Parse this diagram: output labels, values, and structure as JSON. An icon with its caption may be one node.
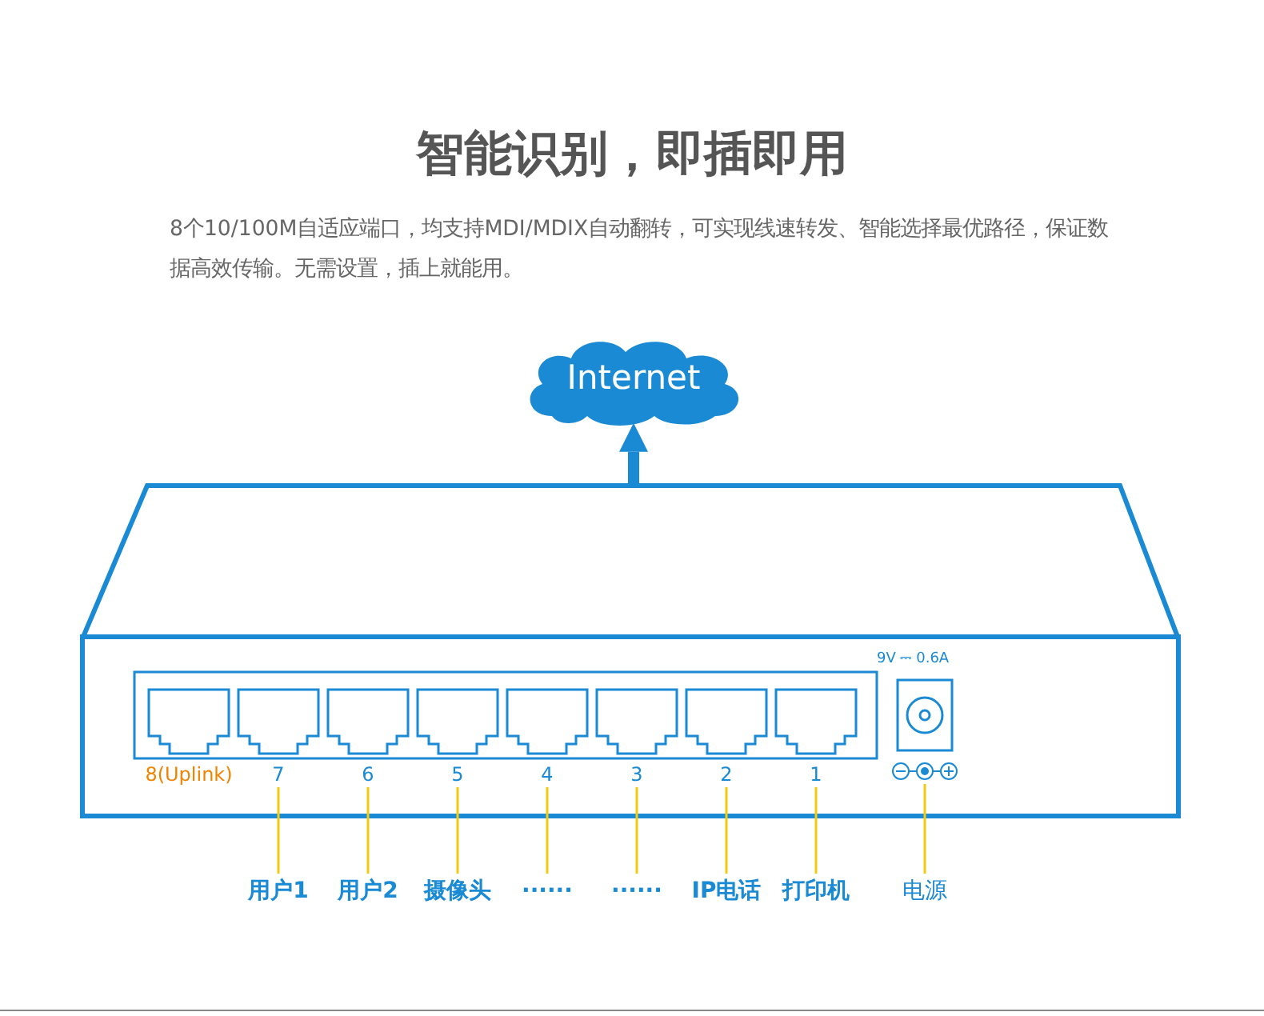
{
  "diagram": {
    "title": "智能识别，即插即用",
    "nodes": [
      {
        "text": [
          "Internet"
        ]
      },
      {
        "text": [],
        "shape": "box"
      },
      {
        "text": [
          "8(Uplink)"
        ],
        "in": 1
      },
      {
        "text": [
          "7"
        ],
        "in": 1
      },
      {
        "text": [
          "6"
        ],
        "in": 1
      },
      {
        "text": [
          "5"
        ],
        "in": 1
      },
      {
        "text": [
          "4"
        ],
        "in": 1
      },
      {
        "text": [
          "3"
        ],
        "in": 1
      },
      {
        "text": [
          "2"
        ],
        "in": 1
      },
      {
        "text": [
          "1"
        ],
        "in": 1
      },
      {
        "text": [
          "9V ⎓ 0.6A"
        ],
        "in": 1
      },
      {
        "text": [
          "用户1"
        ]
      },
      {
        "text": [
          "用户2"
        ]
      },
      {
        "text": [
          "摄像头"
        ]
      },
      {
        "text": [
          "······"
        ]
      },
      {
        "text": [
          "······"
        ]
      },
      {
        "text": [
          "IP电话"
        ]
      },
      {
        "text": [
          "打印机"
        ]
      },
      {
        "text": [
          "电源"
        ]
      }
    ],
    "edges": [
      {
        "from": 1,
        "to": 0,
        "arrow": "to",
        "style": "thick",
        "color": "#1a8ad4"
      },
      {
        "from": 11,
        "to": 3,
        "arrow": "none"
      },
      {
        "from": 12,
        "to": 4,
        "arrow": "none"
      },
      {
        "from": 13,
        "to": 5,
        "arrow": "none"
      },
      {
        "from": 14,
        "to": 6,
        "arrow": "none"
      },
      {
        "from": 15,
        "to": 7,
        "arrow": "none"
      },
      {
        "from": 16,
        "to": 8,
        "arrow": "none"
      },
      {
        "from": 17,
        "to": 9,
        "arrow": "none"
      },
      {
        "from": 18,
        "to": 10,
        "arrow": "none"
      }
    ],
    "labels": [
      "8个10/100M自适应端口，均支持MDI/MDIX自动翻转，可实现线速转发、智能选择最优路径，保证数据高效传输。无需设置，插上就能用。"
    ]
  }
}
